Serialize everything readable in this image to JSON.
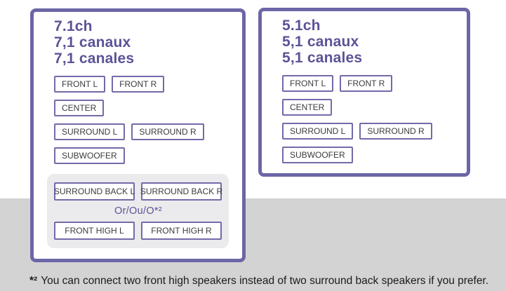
{
  "colors": {
    "accent_text": "#5b5397",
    "panel_border": "#6c66a6",
    "box_border": "#716ba9",
    "box_text": "#3b3b3b",
    "optional_group_background": "#ebebed",
    "page_band_background": "#d3d3d4",
    "footnote_text": "#1b1b1b"
  },
  "panels": [
    {
      "title_lines": [
        "7.1ch",
        "7,1 canaux",
        "7,1 canales"
      ],
      "rows": [
        [
          "FRONT L",
          "FRONT R"
        ],
        [
          "CENTER"
        ],
        [
          "SURROUND L",
          "SURROUND R"
        ],
        [
          "SUBWOOFER"
        ]
      ],
      "optional_group": {
        "back_row": [
          "SURROUND BACK L",
          "SURROUND BACK R"
        ],
        "or_label": "Or/Ou/O*²",
        "high_row": [
          "FRONT HIGH L",
          "FRONT HIGH R"
        ]
      }
    },
    {
      "title_lines": [
        "5.1ch",
        "5,1 canaux",
        "5,1 canales"
      ],
      "rows": [
        [
          "FRONT L",
          "FRONT R"
        ],
        [
          "CENTER"
        ],
        [
          "SURROUND L",
          "SURROUND R"
        ],
        [
          "SUBWOOFER"
        ]
      ]
    }
  ],
  "footnote": {
    "marker": "*²",
    "text": "You can connect two front high speakers instead of two surround back speakers if you prefer."
  }
}
